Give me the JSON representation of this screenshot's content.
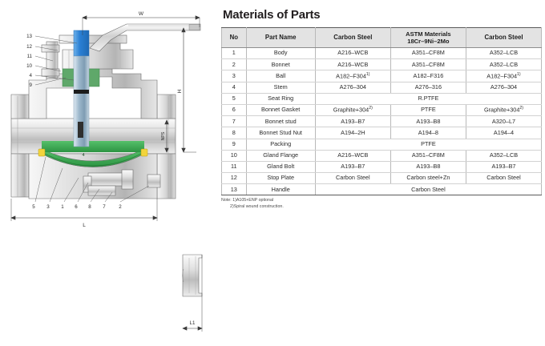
{
  "table": {
    "title": "Materials of Parts",
    "headers": {
      "no": "No",
      "part_name": "Part Name",
      "col1": "Carbon Steel",
      "col2_line1": "ASTM Materials",
      "col2_line2": "18Cr–9Ni–2Mo",
      "col3": "Carbon Steel"
    },
    "rows": [
      {
        "no": "1",
        "name": "Body",
        "m1": "A216–WCB",
        "m2": "A351–CF8M",
        "m3": "A352–LCB",
        "span": false
      },
      {
        "no": "2",
        "name": "Bonnet",
        "m1": "A216–WCB",
        "m2": "A351–CF8M",
        "m3": "A352–LCB",
        "span": false
      },
      {
        "no": "3",
        "name": "Ball",
        "m1": "A182–F304",
        "m1sup": "1)",
        "m2": "A182–F316",
        "m3": "A182–F304",
        "m3sup": "1)",
        "span": false
      },
      {
        "no": "4",
        "name": "Stem",
        "m1": "A276–304",
        "m2": "A276–316",
        "m3": "A276–304",
        "span": false
      },
      {
        "no": "5",
        "name": "Seat Ring",
        "span": true,
        "spanvalue": "R.PTFE"
      },
      {
        "no": "6",
        "name": "Bonnet Gasket",
        "m1": "Graphite+304",
        "m1sup": "2)",
        "m2": "PTFE",
        "m3": "Graphite+304",
        "m3sup": "2)",
        "span": false
      },
      {
        "no": "7",
        "name": "Bonnet stud",
        "m1": "A193–B7",
        "m2": "A193–B8",
        "m3": "A320–L7",
        "span": false
      },
      {
        "no": "8",
        "name": "Bonnet Stud Nut",
        "m1": "A194–2H",
        "m2": "A194–8",
        "m3": "A194–4",
        "span": false
      },
      {
        "no": "9",
        "name": "Packing",
        "span": true,
        "spanvalue": "PTFE"
      },
      {
        "no": "10",
        "name": "Gland Flange",
        "m1": "A216–WCB",
        "m2": "A351–CF8M",
        "m3": "A352–LCB",
        "span": false
      },
      {
        "no": "11",
        "name": "Gland Bolt",
        "m1": "A193–B7",
        "m2": "A193–B8",
        "m3": "A193–B7",
        "span": false
      },
      {
        "no": "12",
        "name": "Stop Plate",
        "m1": "Carbon Steel",
        "m2": "Carbon steel+Zn",
        "m3": "Carbon Steel",
        "span": false
      },
      {
        "no": "13",
        "name": "Handle",
        "span": true,
        "spanvalue": "Carbon Steel"
      }
    ],
    "note_line1": "Note: 1)A105+ENP optional",
    "note_line2": "2)Spiral wound construction."
  },
  "drawing": {
    "dimensions": {
      "width_label": "W",
      "height_label": "H",
      "nps_label": "NPS",
      "length_label": "L",
      "l1_label": "L1"
    },
    "callouts_left": [
      "13",
      "12",
      "11",
      "10",
      "4",
      "9"
    ],
    "callouts_bottom": [
      "5",
      "3",
      "1",
      "6",
      "8",
      "7",
      "2"
    ],
    "callout_ball": "4",
    "colors": {
      "stem_top": "#2a7fd4",
      "stem_body": "#9db8cc",
      "packing": "#5fa86a",
      "ball": "#3cab52",
      "seat": "#f2d43c",
      "metal_light": "#e8e8e8",
      "metal_mid": "#c9c9c9",
      "metal_dark": "#9a9a9a",
      "outline": "#6b6b6b"
    }
  }
}
